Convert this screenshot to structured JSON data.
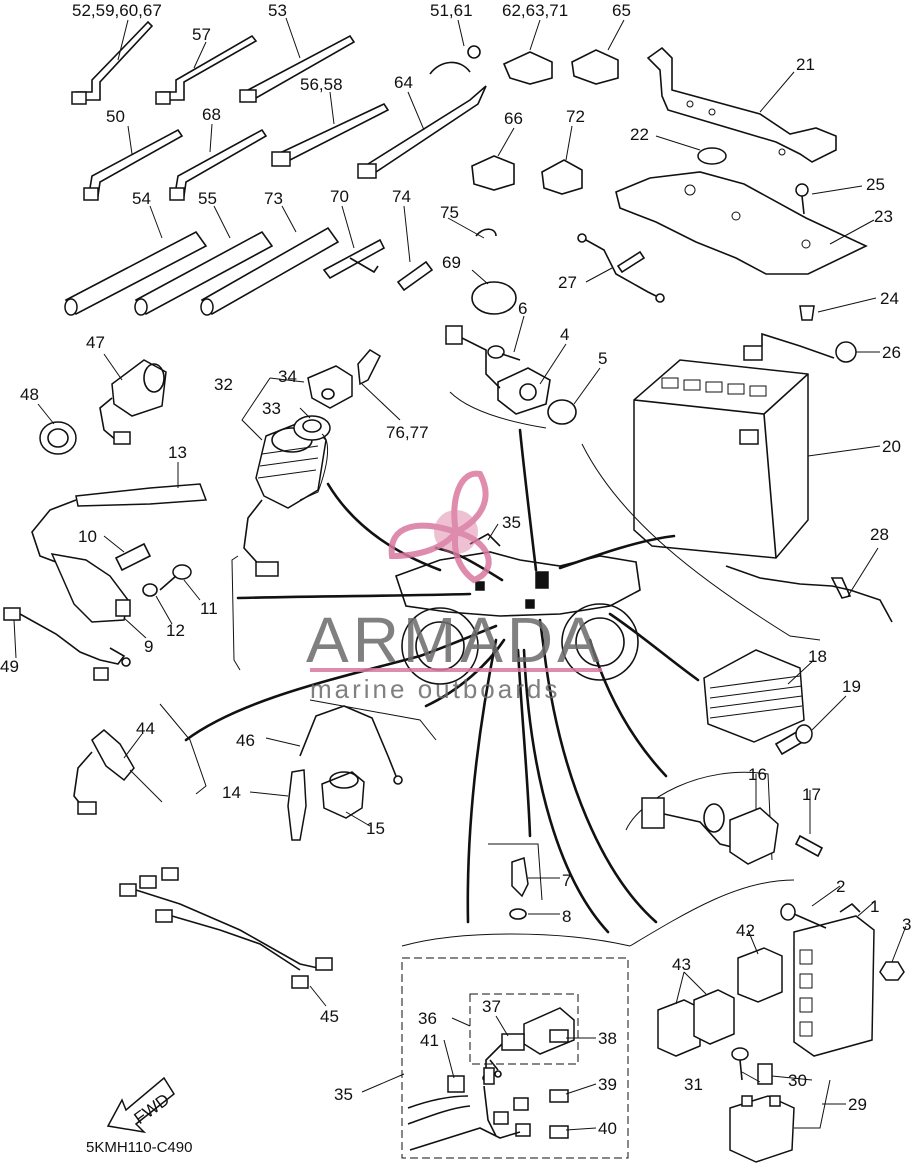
{
  "diagram": {
    "code": "5KMH110-C490",
    "fwd_label": "FWD",
    "watermark": {
      "brand": "ARMADA",
      "tagline": "marine outboards",
      "color": "#d9789f"
    },
    "labels": {
      "l1": "1",
      "l2": "2",
      "l3": "3",
      "l4": "4",
      "l5": "5",
      "l6": "6",
      "l7": "7",
      "l8": "8",
      "l9": "9",
      "l10": "10",
      "l11": "11",
      "l12": "12",
      "l13": "13",
      "l14": "14",
      "l15": "15",
      "l16": "16",
      "l17": "17",
      "l18": "18",
      "l19": "19",
      "l20": "20",
      "l21": "21",
      "l22": "22",
      "l23": "23",
      "l24": "24",
      "l25": "25",
      "l26": "26",
      "l27": "27",
      "l28": "28",
      "l29": "29",
      "l30": "30",
      "l31": "31",
      "l32": "32",
      "l33": "33",
      "l34": "34",
      "l35a": "35",
      "l35b": "35",
      "l36": "36",
      "l37": "37",
      "l38": "38",
      "l39": "39",
      "l40": "40",
      "l41": "41",
      "l42": "42",
      "l43": "43",
      "l44": "44",
      "l45": "45",
      "l46": "46",
      "l47": "47",
      "l48": "48",
      "l49": "49",
      "l50": "50",
      "l51_61": "51,61",
      "l52": "52,59,60,67",
      "l53": "53",
      "l54": "54",
      "l55": "55",
      "l56_58": "56,58",
      "l57": "57",
      "l62": "62,63,71",
      "l64": "64",
      "l65": "65",
      "l66": "66",
      "l68": "68",
      "l69": "69",
      "l70": "70",
      "l72": "72",
      "l73": "73",
      "l74": "74",
      "l75": "75",
      "l76_77": "76,77"
    }
  }
}
